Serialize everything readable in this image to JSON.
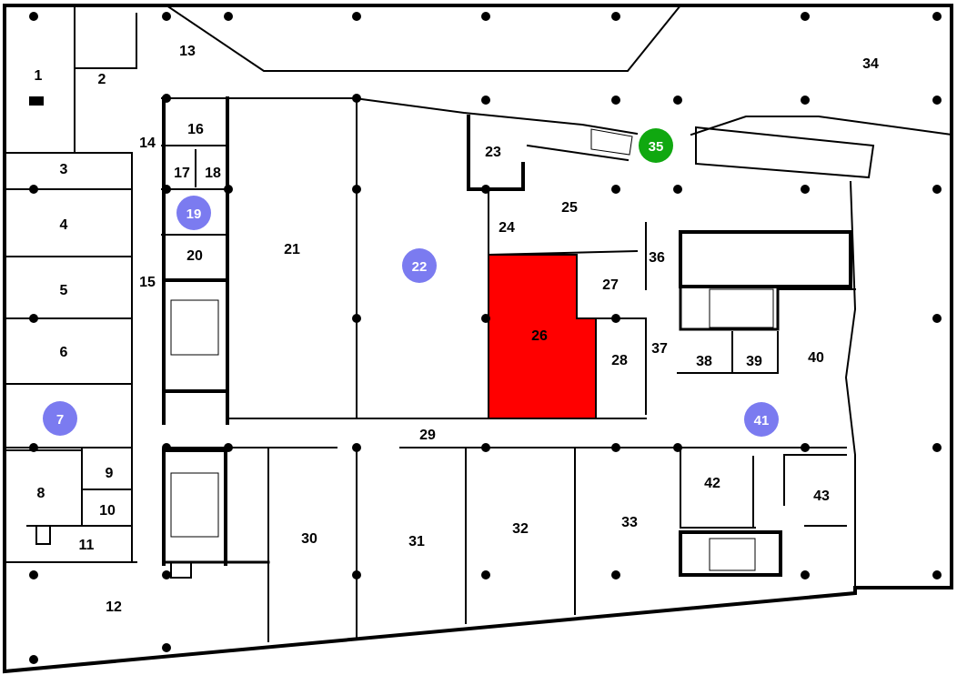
{
  "rooms": [
    {
      "id": "1",
      "label": "1"
    },
    {
      "id": "2",
      "label": "2"
    },
    {
      "id": "3",
      "label": "3"
    },
    {
      "id": "4",
      "label": "4"
    },
    {
      "id": "5",
      "label": "5"
    },
    {
      "id": "6",
      "label": "6"
    },
    {
      "id": "8",
      "label": "8"
    },
    {
      "id": "9",
      "label": "9"
    },
    {
      "id": "10",
      "label": "10"
    },
    {
      "id": "11",
      "label": "11"
    },
    {
      "id": "12",
      "label": "12"
    },
    {
      "id": "13",
      "label": "13"
    },
    {
      "id": "14",
      "label": "14"
    },
    {
      "id": "15",
      "label": "15"
    },
    {
      "id": "16",
      "label": "16"
    },
    {
      "id": "17",
      "label": "17"
    },
    {
      "id": "18",
      "label": "18"
    },
    {
      "id": "20",
      "label": "20"
    },
    {
      "id": "21",
      "label": "21"
    },
    {
      "id": "23",
      "label": "23"
    },
    {
      "id": "24",
      "label": "24"
    },
    {
      "id": "25",
      "label": "25"
    },
    {
      "id": "26",
      "label": "26"
    },
    {
      "id": "27",
      "label": "27"
    },
    {
      "id": "28",
      "label": "28"
    },
    {
      "id": "29",
      "label": "29"
    },
    {
      "id": "30",
      "label": "30"
    },
    {
      "id": "31",
      "label": "31"
    },
    {
      "id": "32",
      "label": "32"
    },
    {
      "id": "33",
      "label": "33"
    },
    {
      "id": "34",
      "label": "34"
    },
    {
      "id": "36",
      "label": "36"
    },
    {
      "id": "37",
      "label": "37"
    },
    {
      "id": "38",
      "label": "38"
    },
    {
      "id": "39",
      "label": "39"
    },
    {
      "id": "40",
      "label": "40"
    },
    {
      "id": "42",
      "label": "42"
    },
    {
      "id": "43",
      "label": "43"
    }
  ],
  "markers": [
    {
      "id": "7",
      "label": "7",
      "color": "#7b7bf0"
    },
    {
      "id": "19",
      "label": "19",
      "color": "#7b7bf0"
    },
    {
      "id": "22",
      "label": "22",
      "color": "#7b7bf0"
    },
    {
      "id": "35",
      "label": "35",
      "color": "#10a810"
    },
    {
      "id": "41",
      "label": "41",
      "color": "#7b7bf0"
    }
  ],
  "highlighted_room": {
    "id": "26",
    "color": "#ff0000"
  }
}
